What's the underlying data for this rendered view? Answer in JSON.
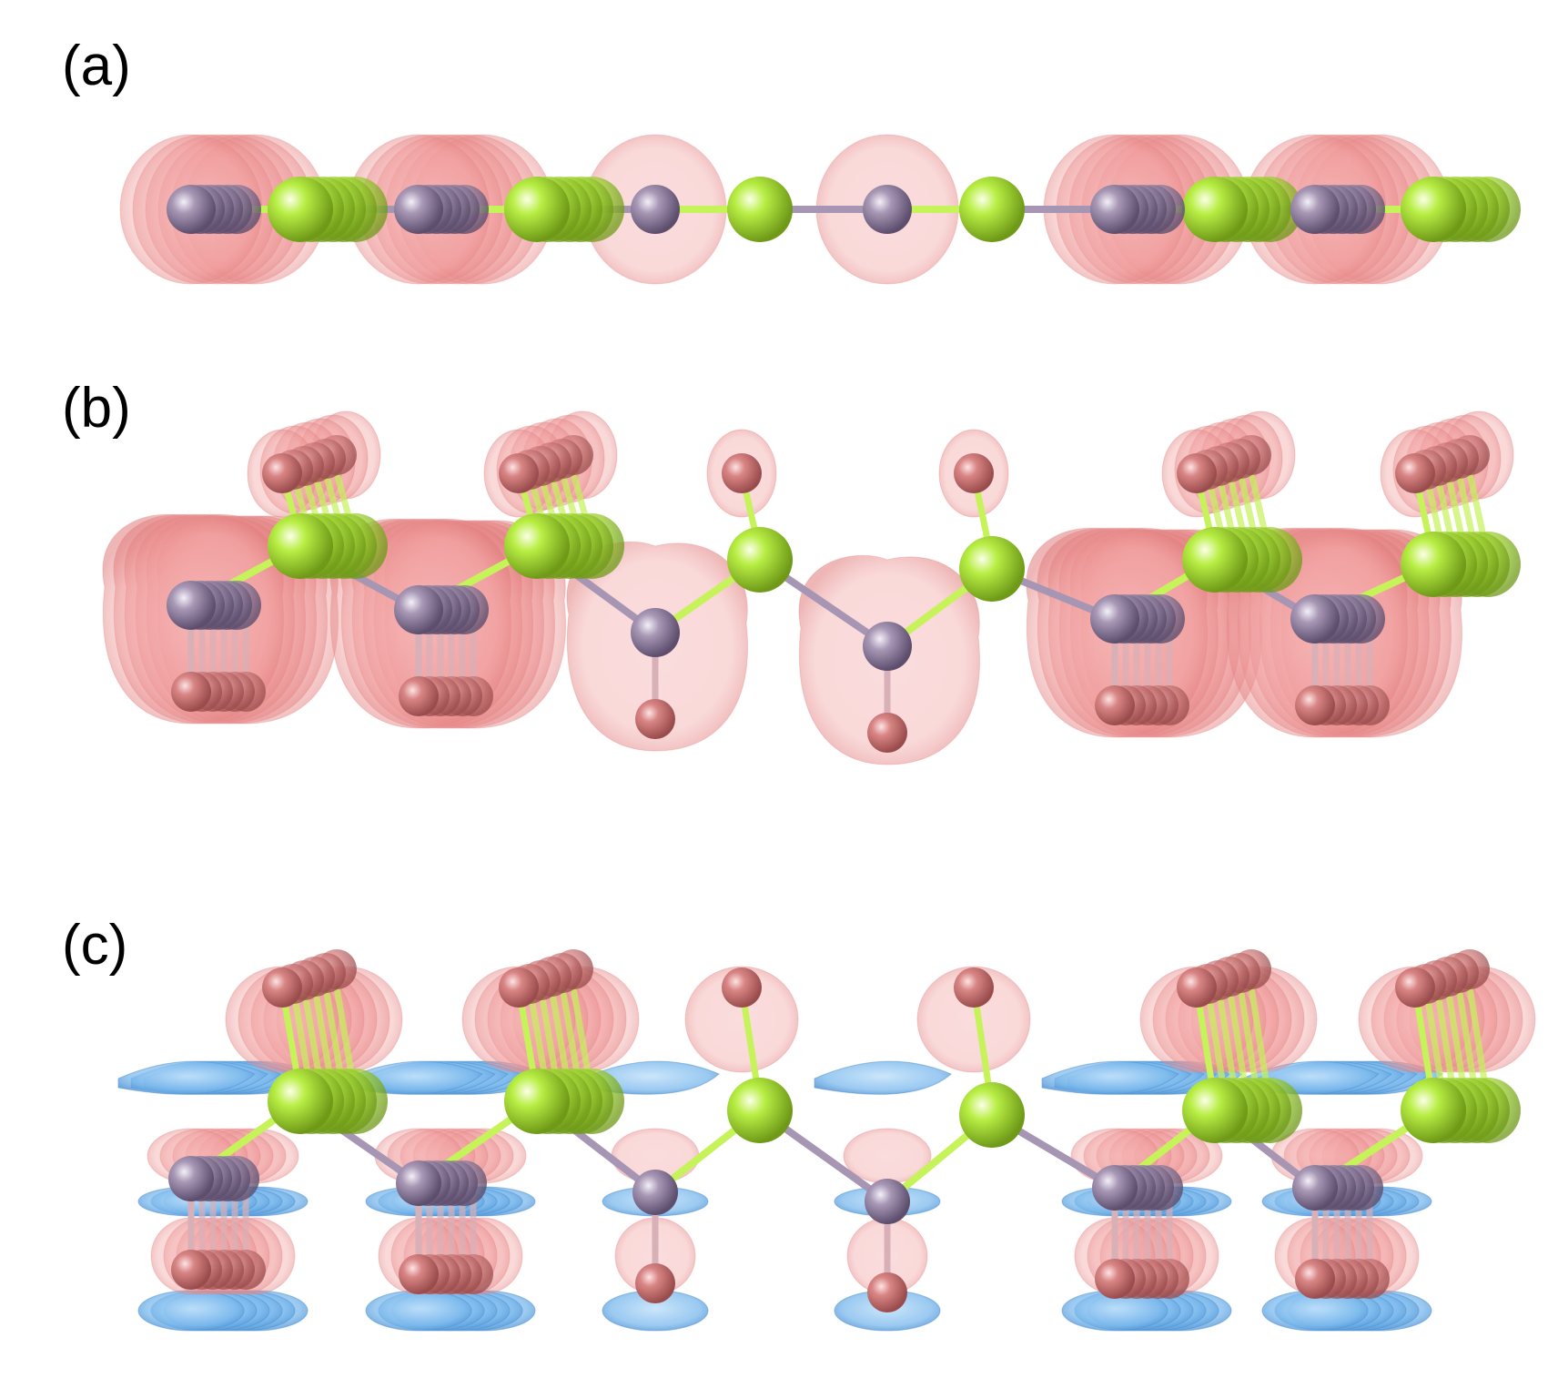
{
  "panels": [
    {
      "id": "a",
      "label": "(a)"
    },
    {
      "id": "b",
      "label": "(b)"
    },
    {
      "id": "c",
      "label": "(c)"
    }
  ],
  "colors": {
    "background": "#ffffff",
    "metal_atom": "#9a8aa6",
    "green_atom": "#b9ee4a",
    "ligand_atom": "#d98484",
    "positive_isosurface": "#f08a8a",
    "negative_isosurface": "#6aaee6",
    "bond_green": "#c6f25a",
    "bond_purple": "#a696b4"
  }
}
